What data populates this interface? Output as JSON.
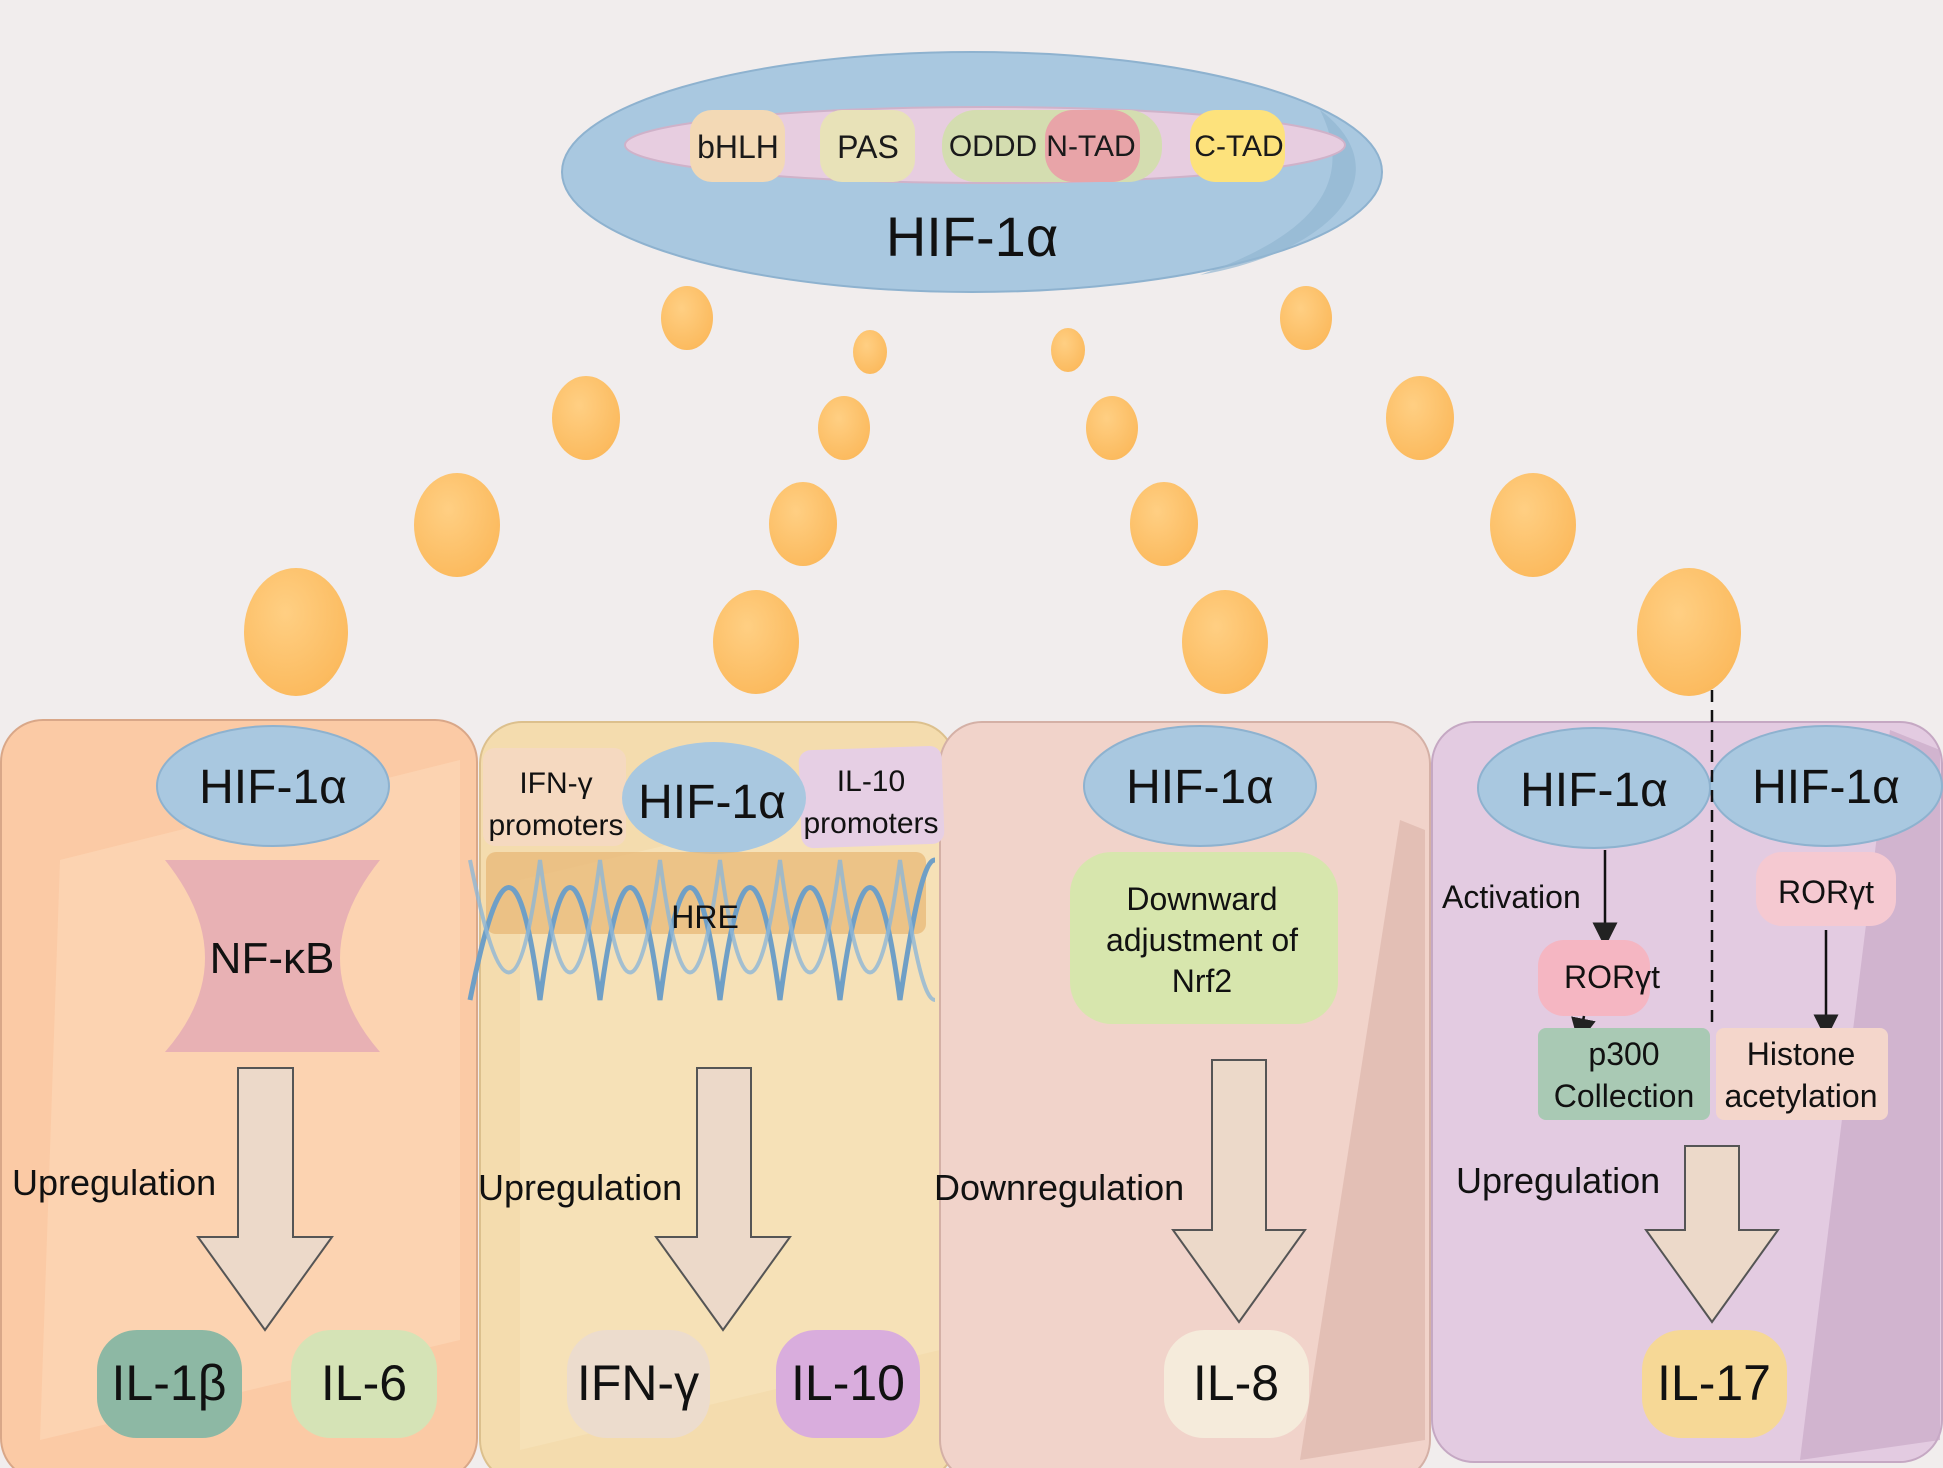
{
  "top": {
    "title": "HIF-1α",
    "domains": [
      "bHLH",
      "PAS",
      "ODDD",
      "N-TAD",
      "C-TAD"
    ]
  },
  "panels": [
    {
      "hif": "HIF-1α",
      "factor": "NF-κB",
      "effect": "Upregulation",
      "outputs": [
        "IL-1β",
        "IL-6"
      ]
    },
    {
      "hif": "HIF-1α",
      "promoter_left": [
        "IFN-γ",
        "promoters"
      ],
      "promoter_right": [
        "IL-10",
        "promoters"
      ],
      "element": "HRE",
      "effect": "Upregulation",
      "outputs": [
        "IFN-γ",
        "IL-10"
      ]
    },
    {
      "hif": "HIF-1α",
      "box": [
        "Downward",
        "adjustment of",
        "Nrf2"
      ],
      "effect": "Downregulation",
      "outputs": [
        "IL-8"
      ]
    },
    {
      "hif_left": "HIF-1α",
      "hif_right": "HIF-1α",
      "activation": "Activation",
      "ror_left": "RORγt",
      "ror_right": "RORγt",
      "p300": [
        "p300",
        "Collection"
      ],
      "histone": [
        "Histone",
        "acetylation"
      ],
      "effect": "Upregulation",
      "outputs": [
        "IL-17"
      ]
    }
  ],
  "colors": {
    "background": "#f1eded",
    "hif_blue": "#a9c8e0",
    "dot_orange": "#fec46e",
    "panel1": "#fbcaa5",
    "panel2": "#f4dcae",
    "panel3": "#f1d3ca",
    "panel4": "#e3cbe1"
  }
}
